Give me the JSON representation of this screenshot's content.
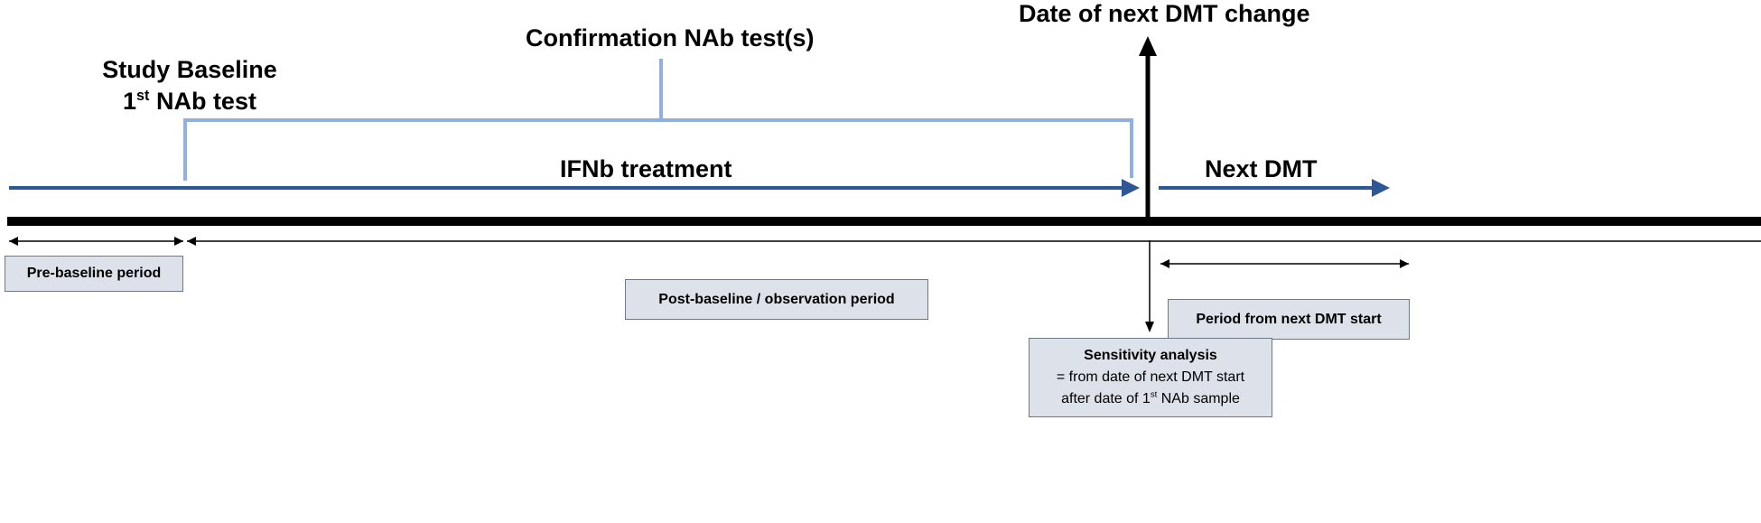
{
  "labels": {
    "study_baseline": "Study Baseline",
    "first_nab_prefix": "1",
    "first_nab_sup": "st",
    "first_nab_suffix": " NAb test",
    "confirmation": "Confirmation NAb test(s)",
    "next_dmt_change": "Date of next DMT change",
    "ifnb": "IFNb treatment",
    "next_dmt": "Next DMT"
  },
  "boxes": {
    "pre_baseline": "Pre-baseline period",
    "post_baseline": "Post-baseline / observation period",
    "next_dmt_period": "Period from next DMT start",
    "sensitivity": {
      "title": "Sensitivity analysis",
      "line2": "= from date of next DMT start",
      "line3_prefix": "after date of 1",
      "line3_sup": "st",
      "line3_suffix": " NAb sample"
    }
  },
  "colors": {
    "blue_arrow": "#2e5795",
    "light_blue": "#8fb0e0",
    "box_fill": "#dde2ea",
    "box_border": "#6e7886"
  }
}
